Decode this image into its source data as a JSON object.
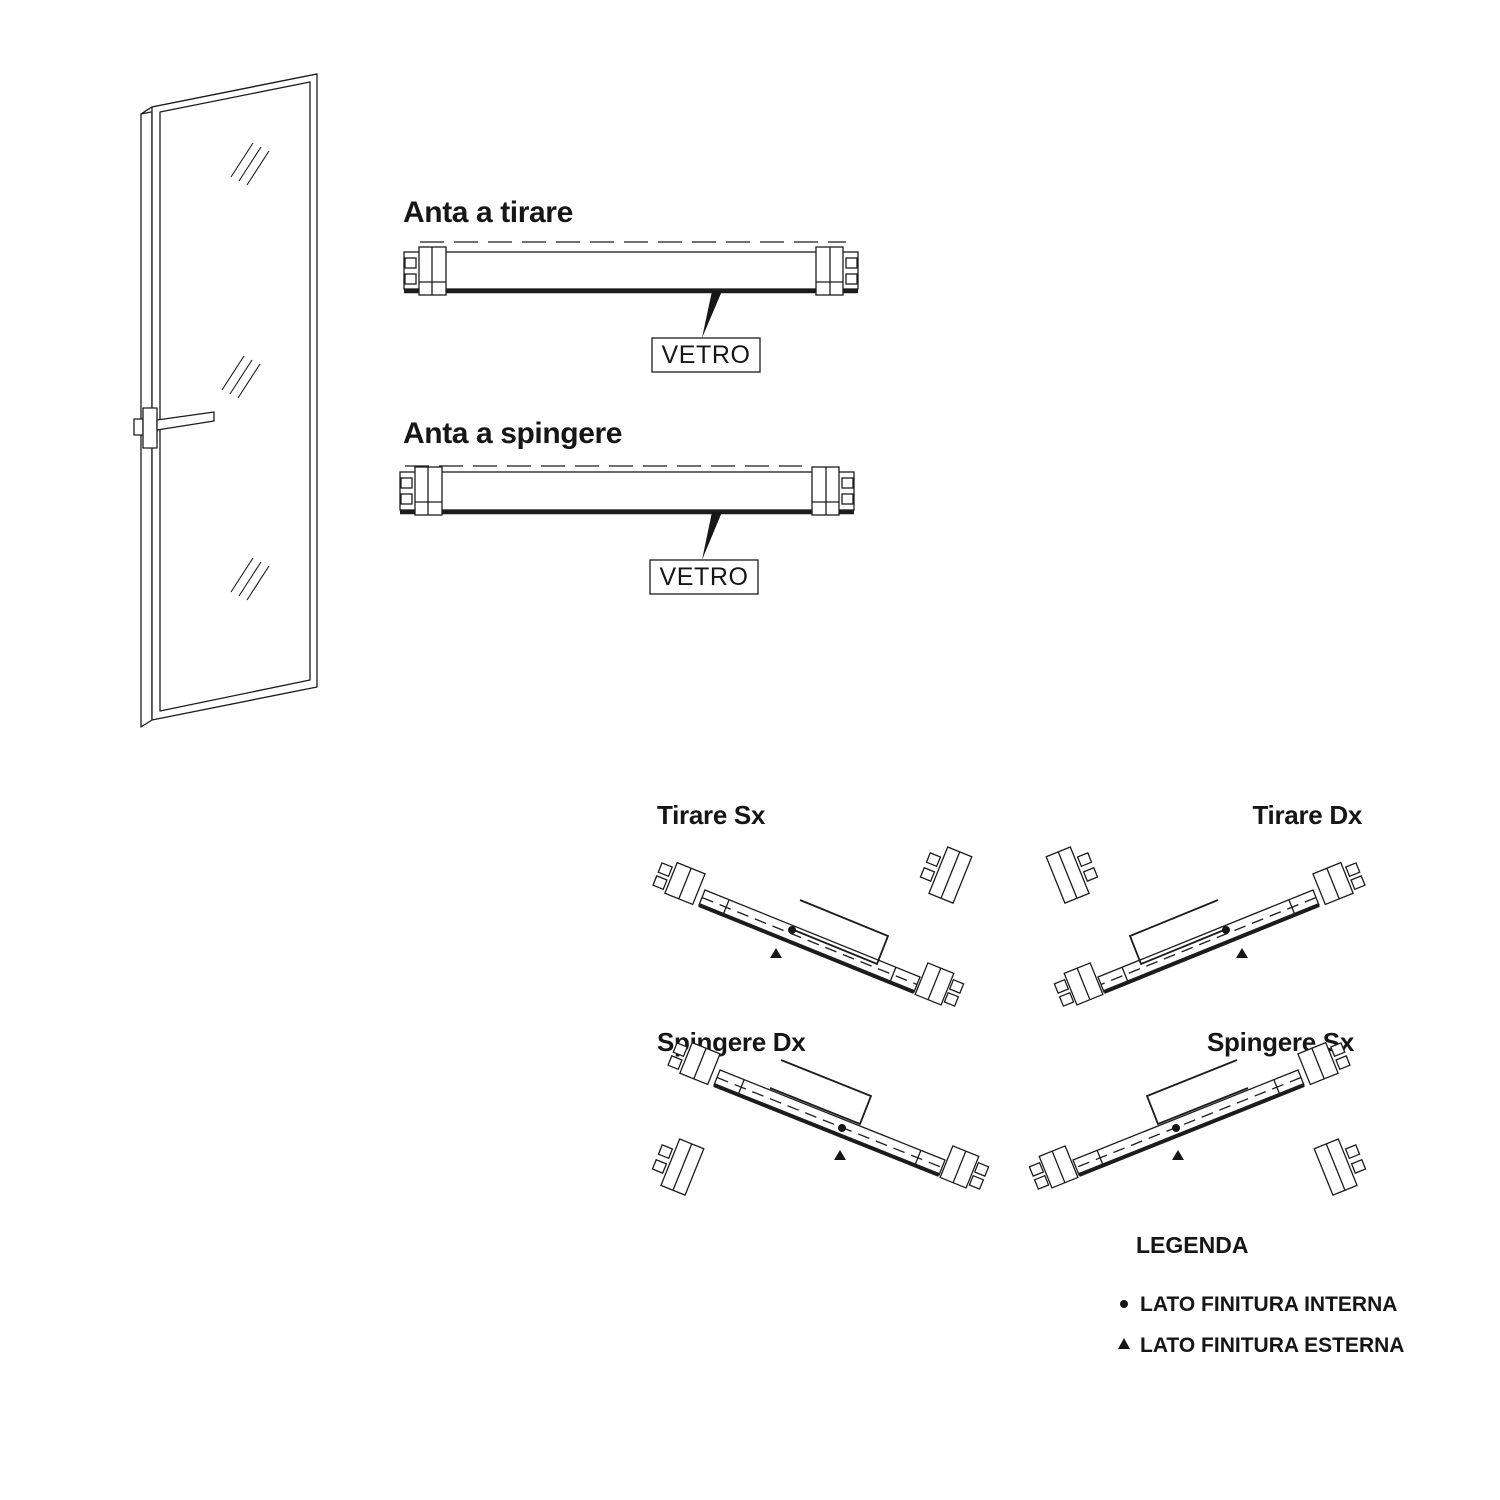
{
  "page": {
    "background": "#ffffff",
    "line_color": "#1c1c1c"
  },
  "sections": {
    "anta_tirare": {
      "title": "Anta a tirare",
      "glass_callout": "VETRO"
    },
    "anta_spingere": {
      "title": "Anta a spingere",
      "glass_callout": "VETRO"
    }
  },
  "swing_diagrams": {
    "tirare_sx": {
      "label": "Tirare Sx"
    },
    "tirare_dx": {
      "label": "Tirare Dx"
    },
    "spingere_dx": {
      "label": "Spingere Dx"
    },
    "spingere_sx": {
      "label": "Spingere Sx"
    }
  },
  "legend": {
    "title": "LEGENDA",
    "items": [
      {
        "marker": "dot-icon",
        "label": "LATO FINITURA INTERNA"
      },
      {
        "marker": "triangle-icon",
        "label": "LATO FINITURA ESTERNA"
      }
    ]
  }
}
